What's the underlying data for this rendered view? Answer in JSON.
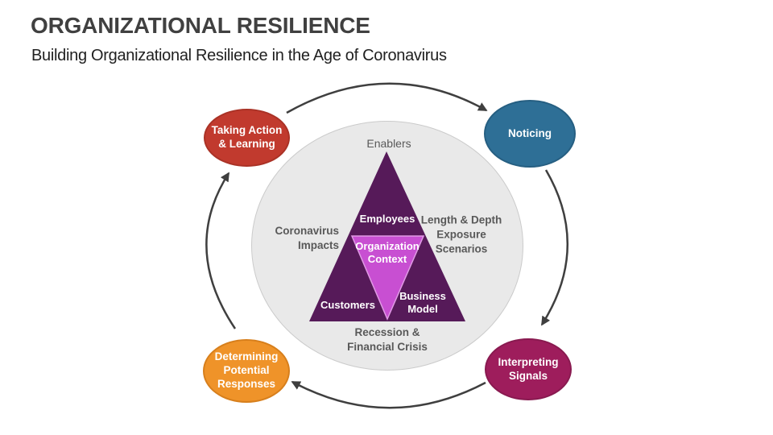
{
  "slide": {
    "title": "ORGANIZATIONAL RESILIENCE",
    "subtitle": "Building Organizational Resilience in the Age of Coronavirus"
  },
  "diagram": {
    "circle_fill": "#e9e9e9",
    "circle_label": "Enablers",
    "context_labels": {
      "left": "Coronavirus\nImpacts",
      "right": "Length & Depth\nExposure\nScenarios",
      "bottom": "Recession &\nFinancial Crisis"
    },
    "triangle": {
      "fill": "#561a59",
      "inner_fill": "#c84fd2",
      "inner_stroke": "#e09ae5",
      "segments": [
        "Employees",
        "Customers",
        "Business\nModel"
      ],
      "center_label": "Organization\nContext"
    },
    "arrow_color": "#3f3f3f",
    "label_color": "#595959"
  },
  "cycle": {
    "nodes": [
      {
        "id": "noticing",
        "label": "Noticing",
        "color": "#2e6f96",
        "position": "top-right"
      },
      {
        "id": "interpreting-signals",
        "label": "Interpreting\nSignals",
        "color": "#9e1d5c",
        "position": "bottom-right"
      },
      {
        "id": "determining-potential-responses",
        "label": "Determining\nPotential\nResponses",
        "color": "#ef9329",
        "position": "bottom-left"
      },
      {
        "id": "taking-action-learning",
        "label": "Taking Action\n& Learning",
        "color": "#c13a2e",
        "position": "top-left"
      }
    ]
  }
}
